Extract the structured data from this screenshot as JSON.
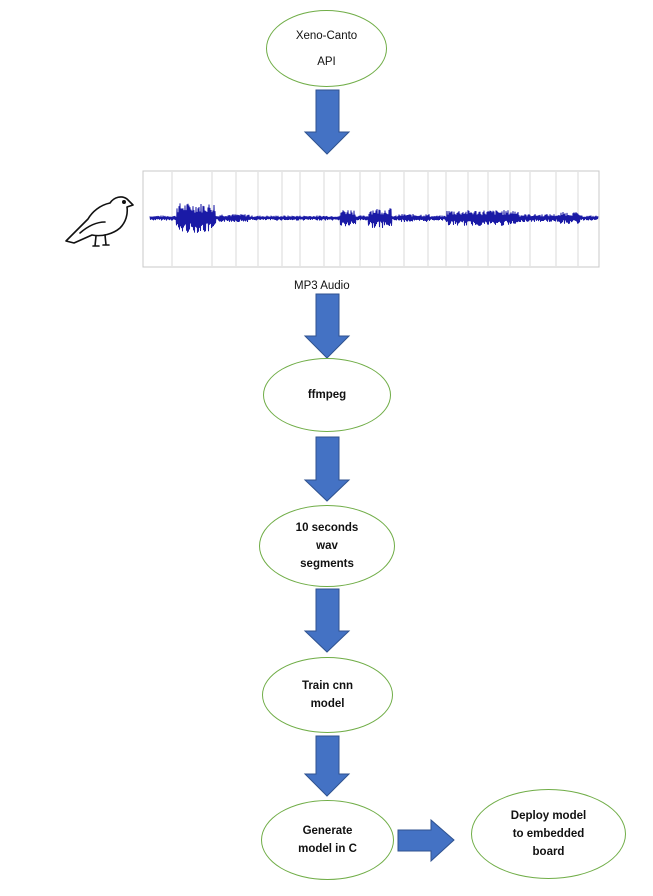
{
  "nodes": {
    "api": {
      "lines": [
        "Xeno-Canto",
        "API"
      ]
    },
    "ffmpeg": {
      "lines": [
        "ffmpeg"
      ]
    },
    "segments": {
      "lines": [
        "10 seconds",
        "wav",
        "segments"
      ]
    },
    "train": {
      "lines": [
        "Train cnn",
        "model"
      ]
    },
    "generate": {
      "lines": [
        "Generate",
        "model in C"
      ]
    },
    "deploy": {
      "lines": [
        "Deploy model",
        "to embedded",
        "board"
      ]
    }
  },
  "audio": {
    "caption": "MP3 Audio",
    "icon": "bird-icon",
    "waveform_color": "#1a1aa6"
  },
  "colors": {
    "node_border": "#70ad47",
    "arrow_fill": "#4472c4",
    "arrow_stroke": "#2f528f"
  }
}
